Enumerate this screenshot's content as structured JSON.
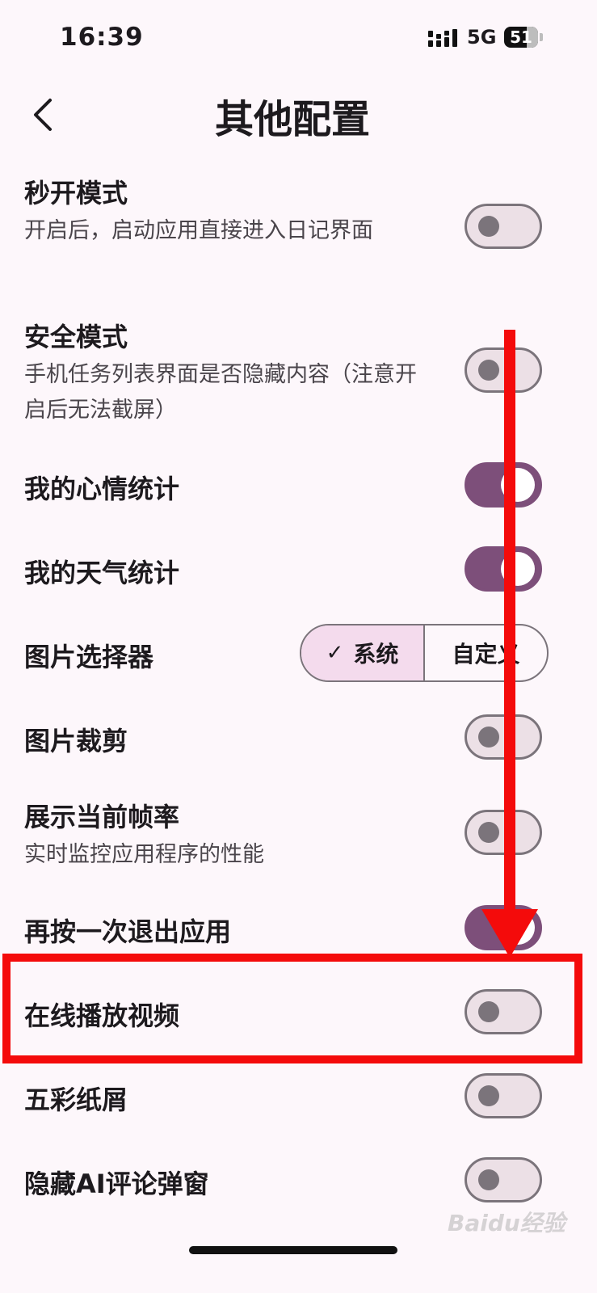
{
  "status_bar": {
    "time": "16:39",
    "network": "5G",
    "battery": "51"
  },
  "header": {
    "title": "其他配置",
    "back_icon": "chevron-left-icon"
  },
  "settings": [
    {
      "title": "秒开模式",
      "desc": "开启后，启动应用直接进入日记界面",
      "on": false
    },
    {
      "title": "安全模式",
      "desc": "手机任务列表界面是否隐藏内容（注意开启后无法截屏）",
      "on": false
    },
    {
      "title": "我的心情统计",
      "on": true
    },
    {
      "title": "我的天气统计",
      "on": true
    },
    {
      "title": "图片选择器",
      "options": [
        "系统",
        "自定义"
      ],
      "selected": "系统"
    },
    {
      "title": "图片裁剪",
      "on": false
    },
    {
      "title": "展示当前帧率",
      "desc": "实时监控应用程序的性能",
      "on": false
    },
    {
      "title": "再按一次退出应用",
      "on": true
    },
    {
      "title": "在线播放视频",
      "on": false
    },
    {
      "title": "五彩纸屑",
      "on": false
    },
    {
      "title": "隐藏AI评论弹窗",
      "on": false
    }
  ],
  "annotation": {
    "color": "#f40b0b",
    "highlighted": "在线播放视频"
  },
  "watermark": "Baidu经验"
}
